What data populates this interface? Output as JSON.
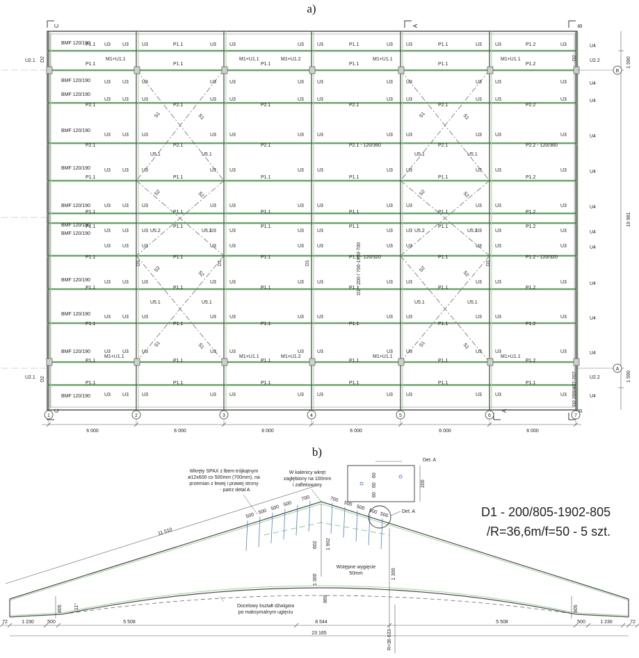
{
  "captions": {
    "a": "a)",
    "b": "b)"
  },
  "plan": {
    "axis_letters_top": [
      "C",
      "A",
      "B"
    ],
    "axis_letters_bottom": [
      "C",
      "A",
      "B"
    ],
    "axis_numbers": [
      "1",
      "2",
      "3",
      "4",
      "5",
      "6",
      "7"
    ],
    "span_dims": [
      "6 000",
      "6 000",
      "6 000",
      "6 000",
      "6 000",
      "6 000"
    ],
    "right_dims": [
      "1 590",
      "19 981",
      "1 590"
    ],
    "row_axes": [
      "B",
      "A"
    ],
    "bmf_label": "BMF 120/190",
    "beam_rows": [
      [
        "P1.1",
        "P1.1",
        "",
        "P1.1",
        "P1.1",
        "P1.2"
      ],
      [
        "P1.1",
        "P1.1",
        "P1.1",
        "P1.1",
        "P1.1",
        "P1.2"
      ],
      [
        "P2.1",
        "P2.1",
        "P2.1",
        "P2.1",
        "P2.1",
        "P2.2"
      ],
      [
        "P2.1",
        "P2.1",
        "P2.1",
        "P2.1 - 120/360",
        "P2.1",
        "P2.2 - 120/360"
      ],
      [
        "P1.1",
        "P1.1",
        "P1.1",
        "P1.1",
        "P1.1",
        "P1.2"
      ],
      [
        "P1.1",
        "P1.1",
        "P1.1",
        "P1.1",
        "P1.1",
        "P1.2"
      ],
      [
        "P1.1",
        "P1.1",
        "P1.1",
        "P1.1",
        "P1.1",
        "P1.2"
      ],
      [
        "P1.1",
        "P1.1",
        "P1.1",
        "P1.1 - 120/320",
        "P1.1",
        "P1.2 - 120/320"
      ],
      [
        "P1.1",
        "P1.1",
        "P1.1",
        "P1.1",
        "P1.1",
        "P1.2"
      ],
      [
        "P1.1",
        "P1.1",
        "P1.1",
        "P1.1",
        "P1.1",
        "P1.2"
      ],
      [
        "P1.1",
        "P1.1",
        "P1.1",
        "P1.1",
        "P1.1",
        "P1.2"
      ],
      [
        "P1.1",
        "P1.1",
        "P1.1",
        "P1.1",
        "P1.1",
        "P1.1"
      ]
    ],
    "hanger": "U3",
    "edge_hangers": [
      "U4",
      "U2.2",
      "U2.1"
    ],
    "marks": {
      "d1": "D1",
      "d2": "D2",
      "d1_full": "D1 - 200 / 700-1900-700",
      "d2_full": "D2 200/407-707",
      "m1_11": "M1+U1.1",
      "m1_12": "M1+U1.2",
      "s1": "S1",
      "s2": "S2",
      "u51": "U5.1",
      "u52": "U5.2"
    }
  },
  "section": {
    "title_line1": "D1 - 200/805-1902-805",
    "title_line2": "/R=36,6m/f=50 - 5 szt.",
    "note_left": [
      "Wkręty SPAX z łbem trójkątnym",
      "ø12x600 co 500mm (700mm), na",
      "przemian z lewej i prawej strony",
      "- patrz detal A"
    ],
    "note_right": [
      "W kalenicy wkręt",
      "zagłębiony na 100mm",
      "i zaflekowany"
    ],
    "note_bottom": [
      "Docelowy kształt dźwigara",
      "po maksymalnym ugięciu"
    ],
    "note_camber": [
      "Wstępne wygięcie",
      "50mm"
    ],
    "det_label": "Det. A",
    "det_title": "Det. A",
    "det_dims": [
      "60",
      "60",
      "60",
      "200"
    ],
    "screw_spacing": [
      "500",
      "500",
      "500",
      "500",
      "700",
      "700",
      "500",
      "500",
      "500",
      "500"
    ],
    "slope_length": "11 510",
    "angle": "11°",
    "heights": [
      "805",
      "1 902",
      "1 300",
      "869",
      "805",
      "1 300",
      "602"
    ],
    "radius": "R=36 633",
    "bottom_dims": [
      "72",
      "1 230",
      "500",
      "5 508",
      "8 544",
      "5 508",
      "500",
      "1 230",
      "72"
    ],
    "total": "23 165"
  }
}
